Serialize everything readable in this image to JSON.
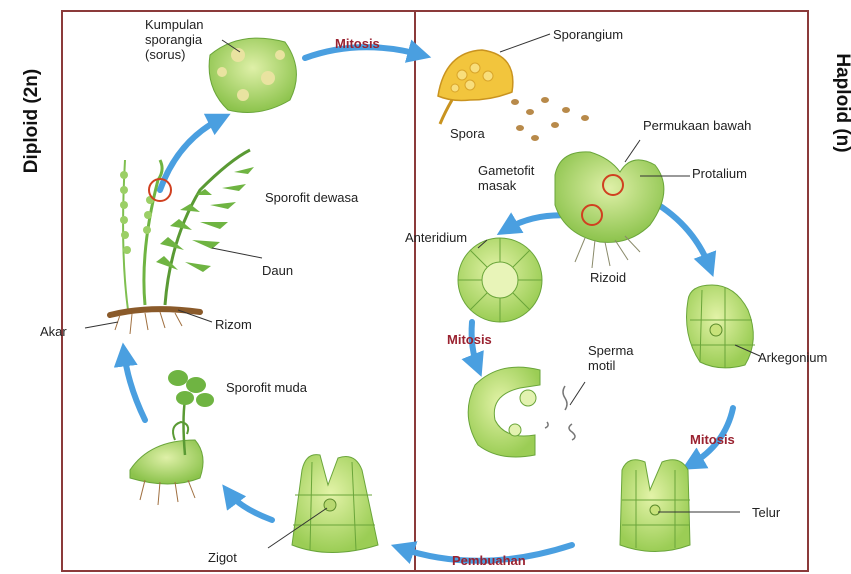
{
  "sides": {
    "diploid": "Diploid (2n)",
    "haploid": "Haploid (n)"
  },
  "labels": {
    "kumpulan_1": "Kumpulan",
    "kumpulan_2": "sporangia",
    "kumpulan_3": "(sorus)",
    "mitosis_top": "Mitosis",
    "sporangium": "Sporangium",
    "spora": "Spora",
    "permukaan_bawah": "Permukaan bawah",
    "gametofit_1": "Gametofit",
    "gametofit_2": "masak",
    "protalium": "Protalium",
    "sporofit_dewasa": "Sporofit dewasa",
    "anteridium": "Anteridium",
    "rizoid": "Rizoid",
    "daun": "Daun",
    "rizom": "Rizom",
    "akar": "Akar",
    "mitosis_left": "Mitosis",
    "sperma_1": "Sperma",
    "sperma_2": "motil",
    "arkegonium": "Arkegonium",
    "sporofit_muda": "Sporofit muda",
    "mitosis_right": "Mitosis",
    "telur": "Telur",
    "zigot": "Zigot",
    "pembuahan": "Pembuahan"
  },
  "colors": {
    "frame": "#8b3a3a",
    "arrow": "#4a9fe0",
    "green_light": "#cfe88a",
    "green_mid": "#9fce5a",
    "green_dark": "#4f8f2e",
    "sporangium_yellow": "#f2c53d",
    "highlight_circle": "#d04020",
    "accent_red": "#9a2230"
  }
}
